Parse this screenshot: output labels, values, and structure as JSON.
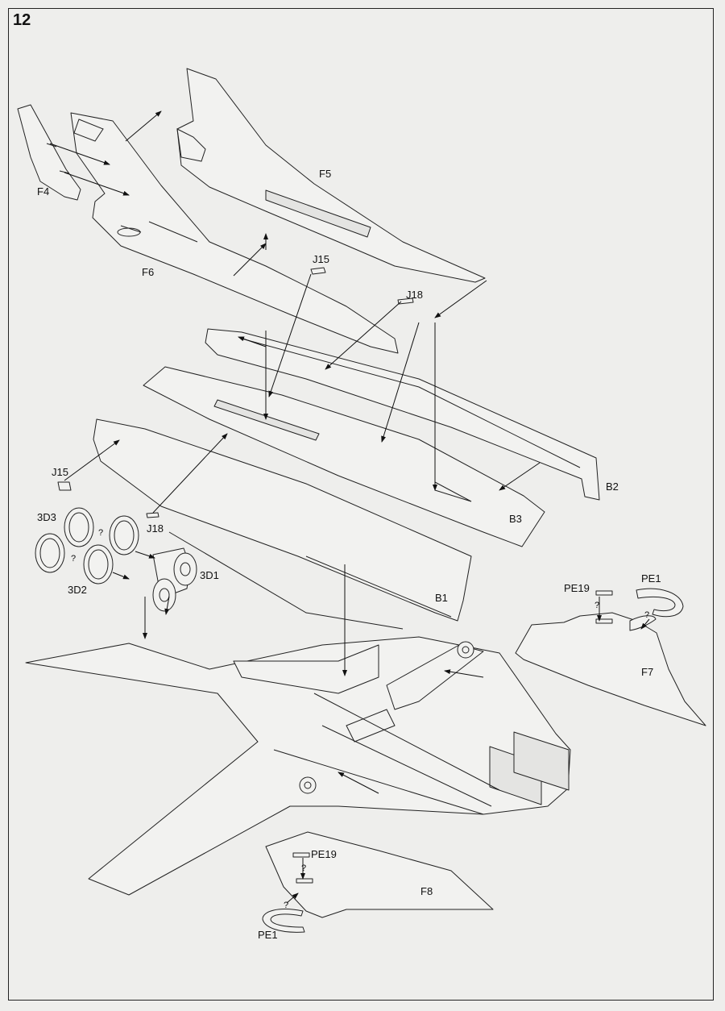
{
  "step_number": "12",
  "labels": {
    "F4": "F4",
    "F5": "F5",
    "F6": "F6",
    "J15_top": "J15",
    "J18_top": "J18",
    "J15_left": "J15",
    "J18_left": "J18",
    "B2": "B2",
    "B3": "B3",
    "B1": "B1",
    "3D3": "3D3",
    "3D2": "3D2",
    "3D1": "3D1",
    "PE19_right": "PE19",
    "PE1_right": "PE1",
    "F7": "F7",
    "PE19_bottom": "PE19",
    "PE1_bottom": "PE1",
    "F8": "F8"
  },
  "unknown_mark": "?"
}
